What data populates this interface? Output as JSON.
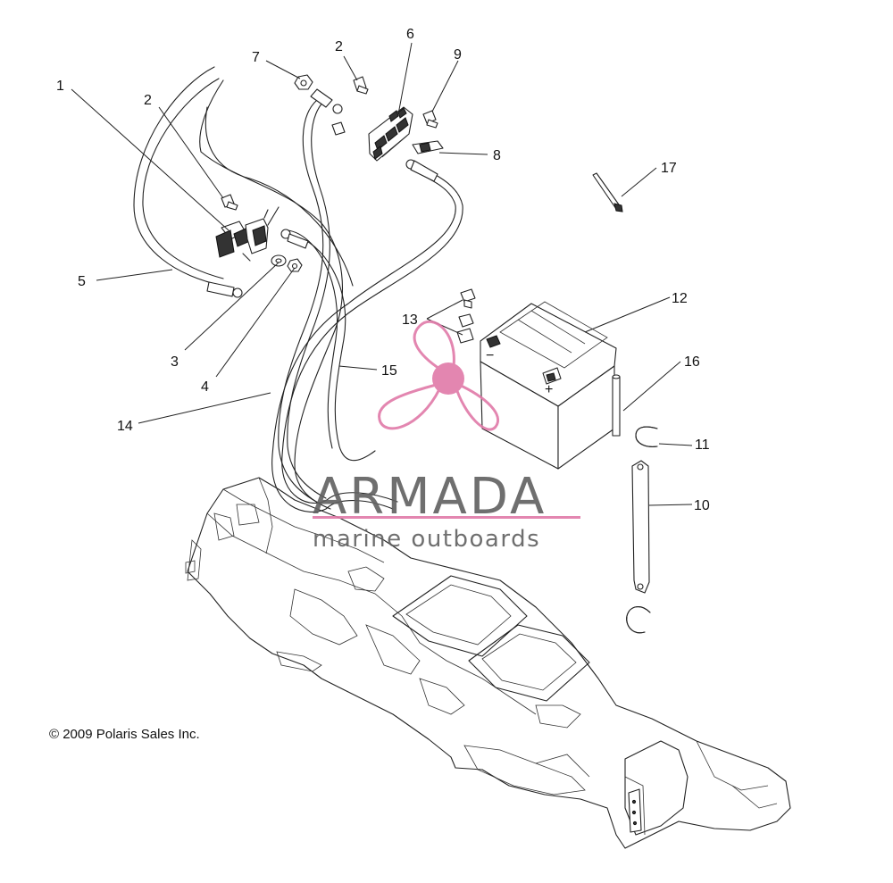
{
  "callouts": [
    {
      "id": "c1",
      "label": "1"
    },
    {
      "id": "c2a",
      "label": "2"
    },
    {
      "id": "c2b",
      "label": "2"
    },
    {
      "id": "c3",
      "label": "3"
    },
    {
      "id": "c4",
      "label": "4"
    },
    {
      "id": "c5",
      "label": "5"
    },
    {
      "id": "c6",
      "label": "6"
    },
    {
      "id": "c7",
      "label": "7"
    },
    {
      "id": "c8",
      "label": "8"
    },
    {
      "id": "c9",
      "label": "9"
    },
    {
      "id": "c10",
      "label": "10"
    },
    {
      "id": "c11",
      "label": "11"
    },
    {
      "id": "c12",
      "label": "12"
    },
    {
      "id": "c13",
      "label": "13"
    },
    {
      "id": "c14",
      "label": "14"
    },
    {
      "id": "c15",
      "label": "15"
    },
    {
      "id": "c16",
      "label": "16"
    },
    {
      "id": "c17",
      "label": "17"
    }
  ],
  "battery": {
    "neg_symbol": "−",
    "pos_symbol": "+"
  },
  "copyright": "© 2009 Polaris Sales Inc.",
  "watermark": {
    "title": "ARMADA",
    "subtitle": "marine outboards",
    "accent_color": "#e07aa8"
  }
}
